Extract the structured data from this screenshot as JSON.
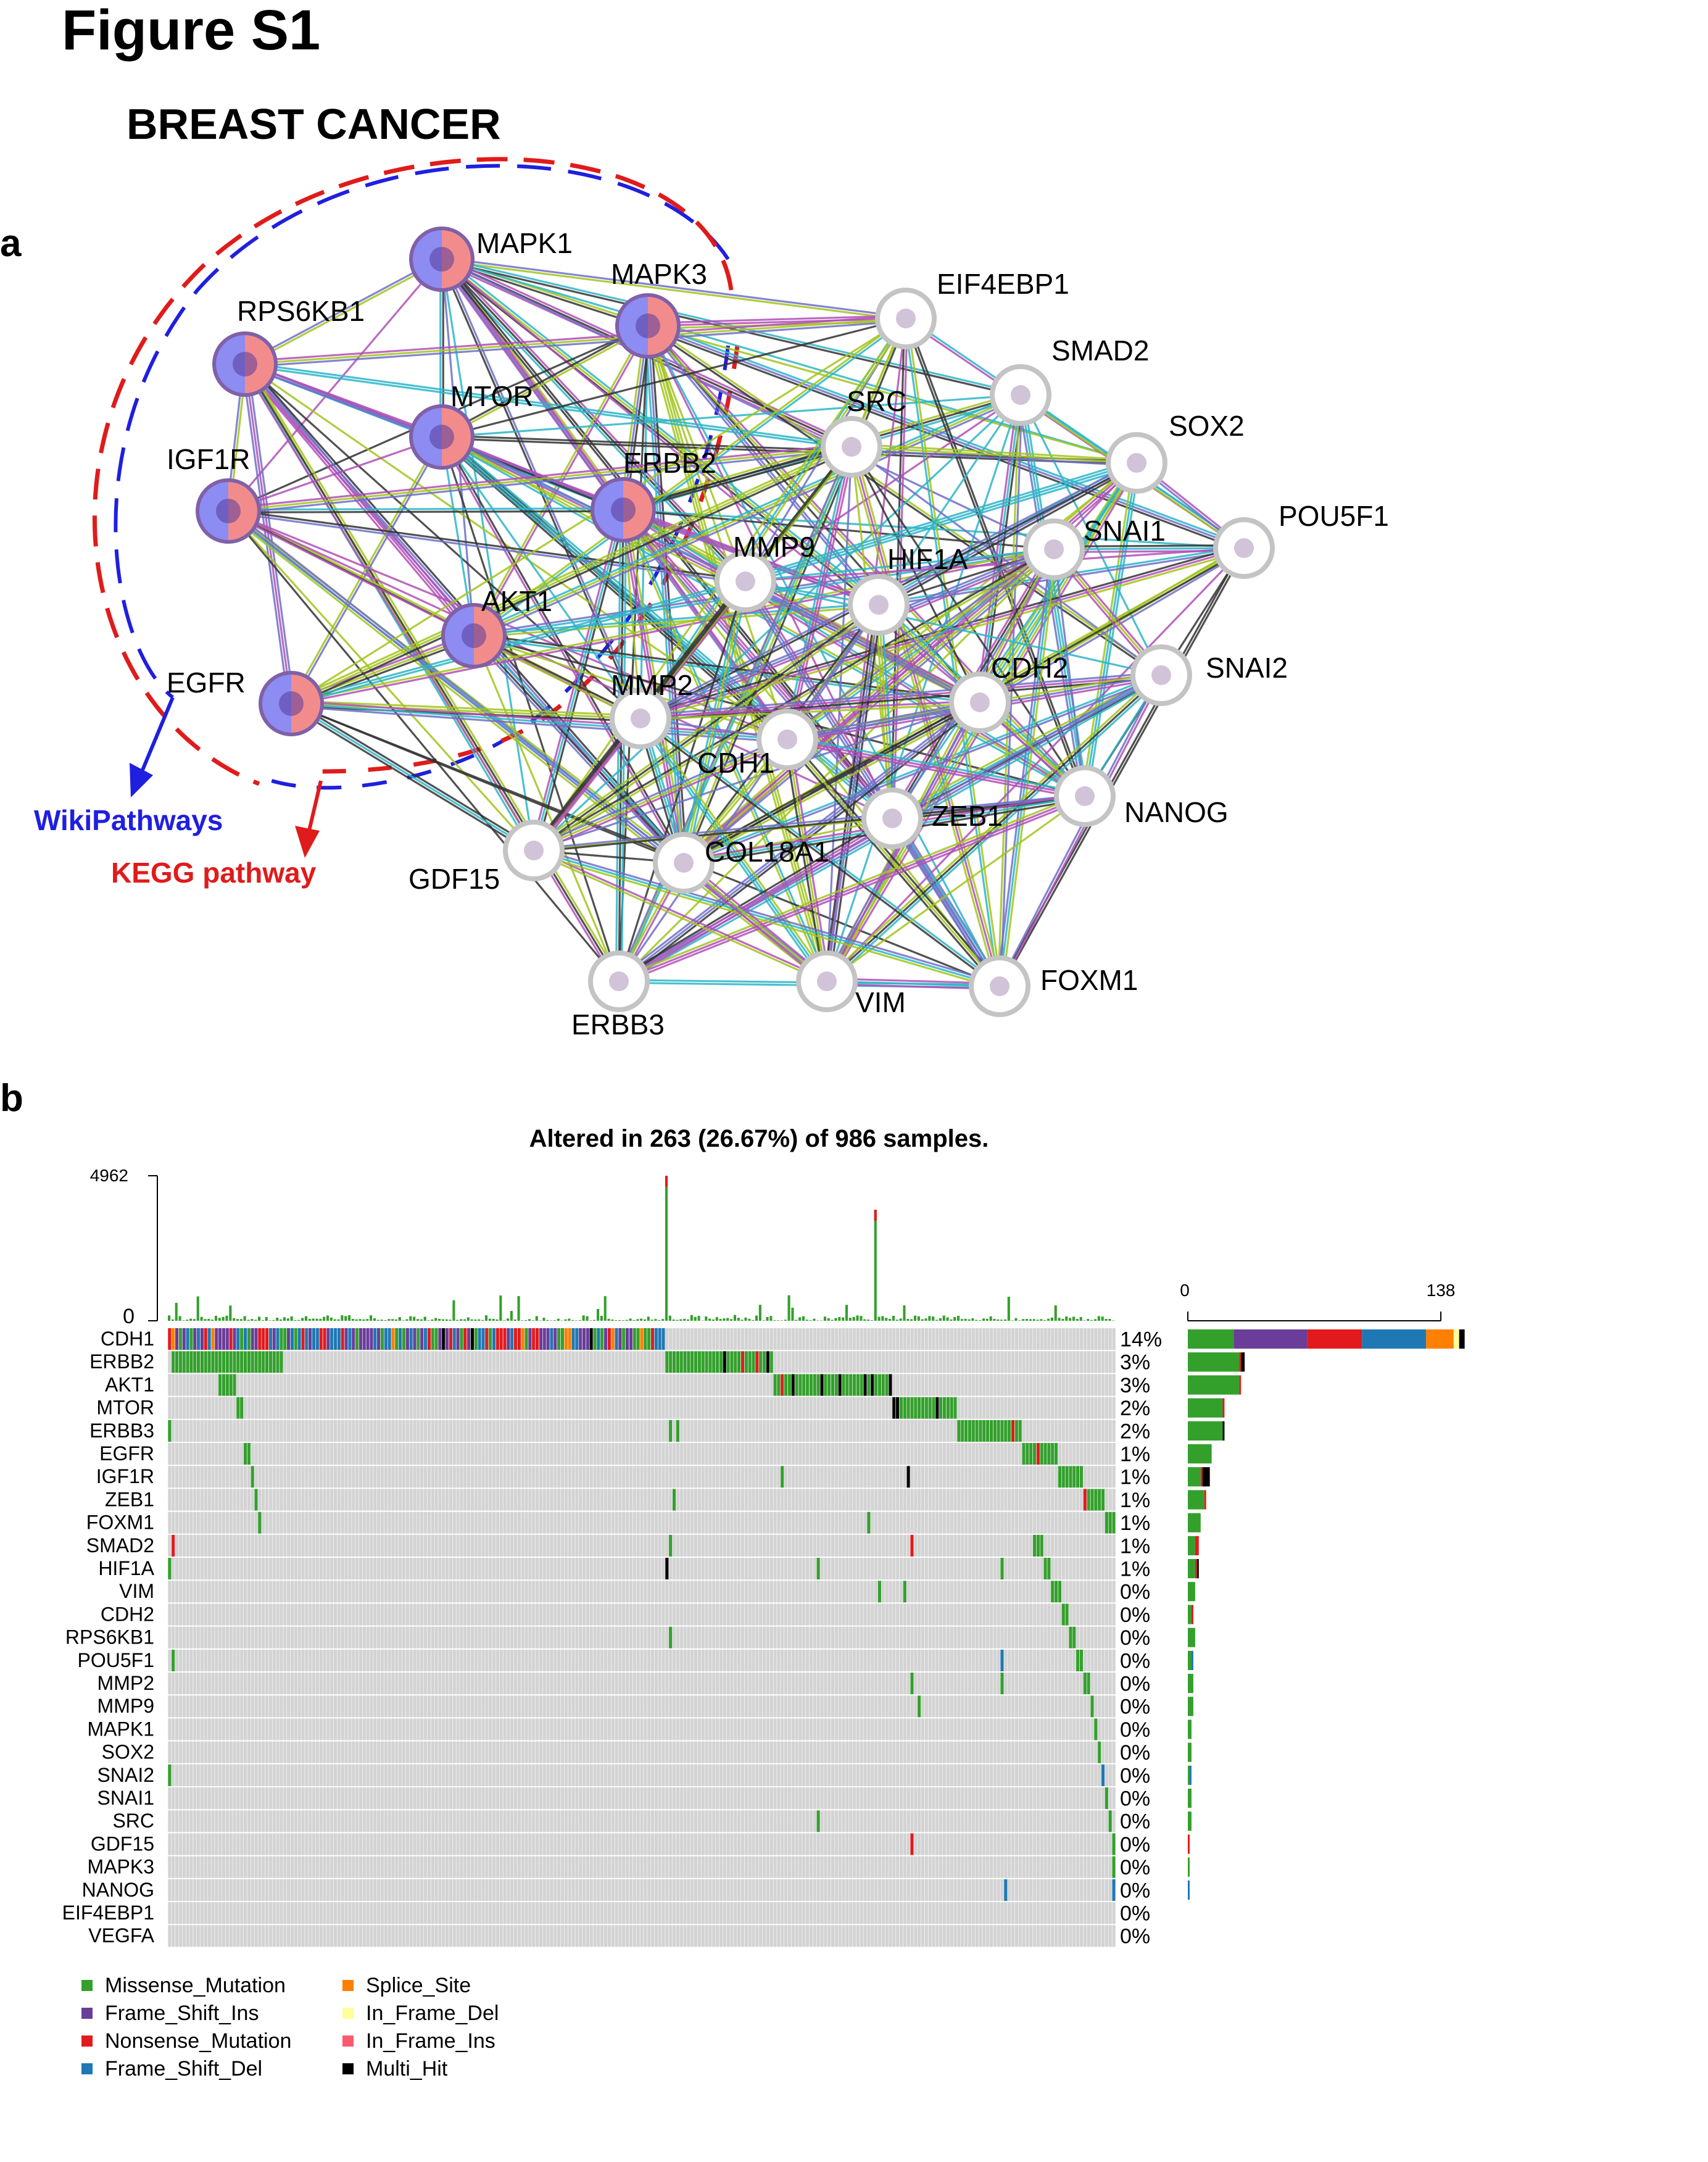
{
  "figure_title": "Figure S1",
  "subtitle": "BREAST CANCER",
  "panel_a_label": "a",
  "panel_b_label": "b",
  "network": {
    "pathway_labels": {
      "wiki": "WikiPathways",
      "kegg": "KEGG pathway"
    },
    "colors": {
      "wiki": "#1f1fe0",
      "kegg": "#e01b1b",
      "node_blue": "#8c8cf2",
      "node_red": "#f28c8c"
    },
    "nodes": [
      {
        "id": "MAPK1",
        "label": "MAPK1",
        "colored": true
      },
      {
        "id": "MAPK3",
        "label": "MAPK3",
        "colored": true
      },
      {
        "id": "RPS6KB1",
        "label": "RPS6KB1",
        "colored": true
      },
      {
        "id": "MTOR",
        "label": "MTOR",
        "colored": true
      },
      {
        "id": "IGF1R",
        "label": "IGF1R",
        "colored": true
      },
      {
        "id": "ERBB2",
        "label": "ERBB2",
        "colored": true
      },
      {
        "id": "AKT1",
        "label": "AKT1",
        "colored": true
      },
      {
        "id": "EGFR",
        "label": "EGFR",
        "colored": true
      },
      {
        "id": "EIF4EBP1",
        "label": "EIF4EBP1",
        "colored": false
      },
      {
        "id": "SMAD2",
        "label": "SMAD2",
        "colored": false
      },
      {
        "id": "SRC",
        "label": "SRC",
        "colored": false
      },
      {
        "id": "SOX2",
        "label": "SOX2",
        "colored": false
      },
      {
        "id": "POU5F1",
        "label": "POU5F1",
        "colored": false
      },
      {
        "id": "SNAI1",
        "label": "SNAI1",
        "colored": false
      },
      {
        "id": "MMP9",
        "label": "MMP9",
        "colored": false
      },
      {
        "id": "HIF1A",
        "label": "HIF1A",
        "colored": false
      },
      {
        "id": "SNAI2",
        "label": "SNAI2",
        "colored": false
      },
      {
        "id": "CDH2",
        "label": "CDH2",
        "colored": false
      },
      {
        "id": "MMP2",
        "label": "MMP2",
        "colored": false
      },
      {
        "id": "CDH1",
        "label": "CDH1",
        "colored": false
      },
      {
        "id": "ZEB1",
        "label": "ZEB1",
        "colored": false
      },
      {
        "id": "NANOG",
        "label": "NANOG",
        "colored": false
      },
      {
        "id": "GDF15",
        "label": "GDF15",
        "colored": false
      },
      {
        "id": "COL18A1",
        "label": "COL18A1",
        "colored": false
      },
      {
        "id": "ERBB3",
        "label": "ERBB3",
        "colored": false
      },
      {
        "id": "VIM",
        "label": "VIM",
        "colored": false
      },
      {
        "id": "FOXM1",
        "label": "FOXM1",
        "colored": false
      }
    ],
    "edge_colors": [
      "#a2c41c",
      "#333333",
      "#b24fb6",
      "#2cb5c8",
      "#6e6ec8"
    ]
  },
  "oncoplot": {
    "title": "Altered in 263 (26.67%) of 986 samples.",
    "tmb_axis": {
      "max_label": "4962",
      "min_label": "0"
    },
    "side_axis": {
      "min_label": "0",
      "max_label": "138",
      "max": 138
    },
    "genes": [
      "CDH1",
      "ERBB2",
      "AKT1",
      "MTOR",
      "ERBB3",
      "EGFR",
      "IGF1R",
      "ZEB1",
      "FOXM1",
      "SMAD2",
      "HIF1A",
      "VIM",
      "CDH2",
      "RPS6KB1",
      "POU5F1",
      "MMP2",
      "MMP9",
      "MAPK1",
      "SOX2",
      "SNAI2",
      "SNAI1",
      "SRC",
      "GDF15",
      "MAPK3",
      "NANOG",
      "EIF4EBP1",
      "VEGFA"
    ],
    "percents": [
      "14%",
      "3%",
      "3%",
      "2%",
      "2%",
      "1%",
      "1%",
      "1%",
      "1%",
      "1%",
      "1%",
      "0%",
      "0%",
      "0%",
      "0%",
      "0%",
      "0%",
      "0%",
      "0%",
      "0%",
      "0%",
      "0%",
      "0%",
      "0%",
      "0%",
      "0%",
      "0%"
    ],
    "side_counts": [
      {
        "Missense_Mutation": 25,
        "Frame_Shift_Ins": 40,
        "Nonsense_Mutation": 30,
        "Frame_Shift_Del": 35,
        "Splice_Site": 15,
        "In_Frame_Del": 3,
        "Multi_Hit": 3
      },
      {
        "Missense_Mutation": 28,
        "Nonsense_Mutation": 1,
        "Multi_Hit": 2
      },
      {
        "Missense_Mutation": 28,
        "Nonsense_Mutation": 1
      },
      {
        "Missense_Mutation": 19,
        "Nonsense_Mutation": 1
      },
      {
        "Missense_Mutation": 19,
        "Multi_Hit": 1
      },
      {
        "Missense_Mutation": 13
      },
      {
        "Missense_Mutation": 7,
        "Multi_Hit": 4,
        "Nonsense_Mutation": 1
      },
      {
        "Missense_Mutation": 9,
        "Nonsense_Mutation": 1
      },
      {
        "Missense_Mutation": 7
      },
      {
        "Missense_Mutation": 4,
        "Nonsense_Mutation": 2
      },
      {
        "Missense_Mutation": 4,
        "Nonsense_Mutation": 1,
        "Multi_Hit": 1
      },
      {
        "Missense_Mutation": 4
      },
      {
        "Missense_Mutation": 2,
        "Nonsense_Mutation": 1
      },
      {
        "Missense_Mutation": 4
      },
      {
        "Missense_Mutation": 2,
        "Frame_Shift_Del": 1
      },
      {
        "Missense_Mutation": 3
      },
      {
        "Missense_Mutation": 3
      },
      {
        "Missense_Mutation": 2
      },
      {
        "Missense_Mutation": 2
      },
      {
        "Frame_Shift_Del": 1,
        "Missense_Mutation": 1
      },
      {
        "Missense_Mutation": 2
      },
      {
        "Missense_Mutation": 2
      },
      {
        "Nonsense_Mutation": 1
      },
      {
        "Missense_Mutation": 1
      },
      {
        "Frame_Shift_Del": 1
      },
      {},
      {}
    ],
    "legend": [
      {
        "key": "Missense_Mutation",
        "label": "Missense_Mutation",
        "color": "#33a02c"
      },
      {
        "key": "Frame_Shift_Ins",
        "label": "Frame_Shift_Ins",
        "color": "#6a3d9a"
      },
      {
        "key": "Nonsense_Mutation",
        "label": "Nonsense_Mutation",
        "color": "#e31a1c"
      },
      {
        "key": "Frame_Shift_Del",
        "label": "Frame_Shift_Del",
        "color": "#1f78b4"
      },
      {
        "key": "Splice_Site",
        "label": "Splice_Site",
        "color": "#ff7f00"
      },
      {
        "key": "In_Frame_Del",
        "label": "In_Frame_Del",
        "color": "#ffff99"
      },
      {
        "key": "In_Frame_Ins",
        "label": "In_Frame_Ins",
        "color": "#fb5a6e"
      },
      {
        "key": "Multi_Hit",
        "label": "Multi_Hit",
        "color": "#000000"
      }
    ]
  }
}
